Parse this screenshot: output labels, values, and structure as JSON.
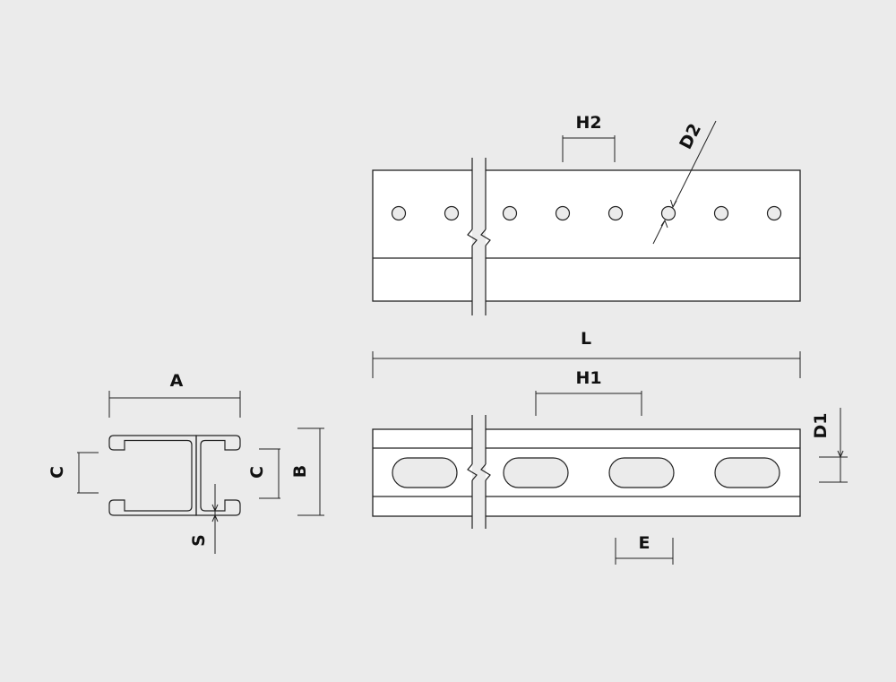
{
  "diagram": {
    "colors": {
      "background": "#ebebeb",
      "panel": "#ffffff",
      "line": "#222222",
      "text": "#111111"
    },
    "labels": {
      "A": "A",
      "B": "B",
      "C_left": "C",
      "C_right": "C",
      "S": "S",
      "L": "L",
      "H1": "H1",
      "H2": "H2",
      "D1": "D1",
      "D2": "D2",
      "E": "E"
    }
  }
}
